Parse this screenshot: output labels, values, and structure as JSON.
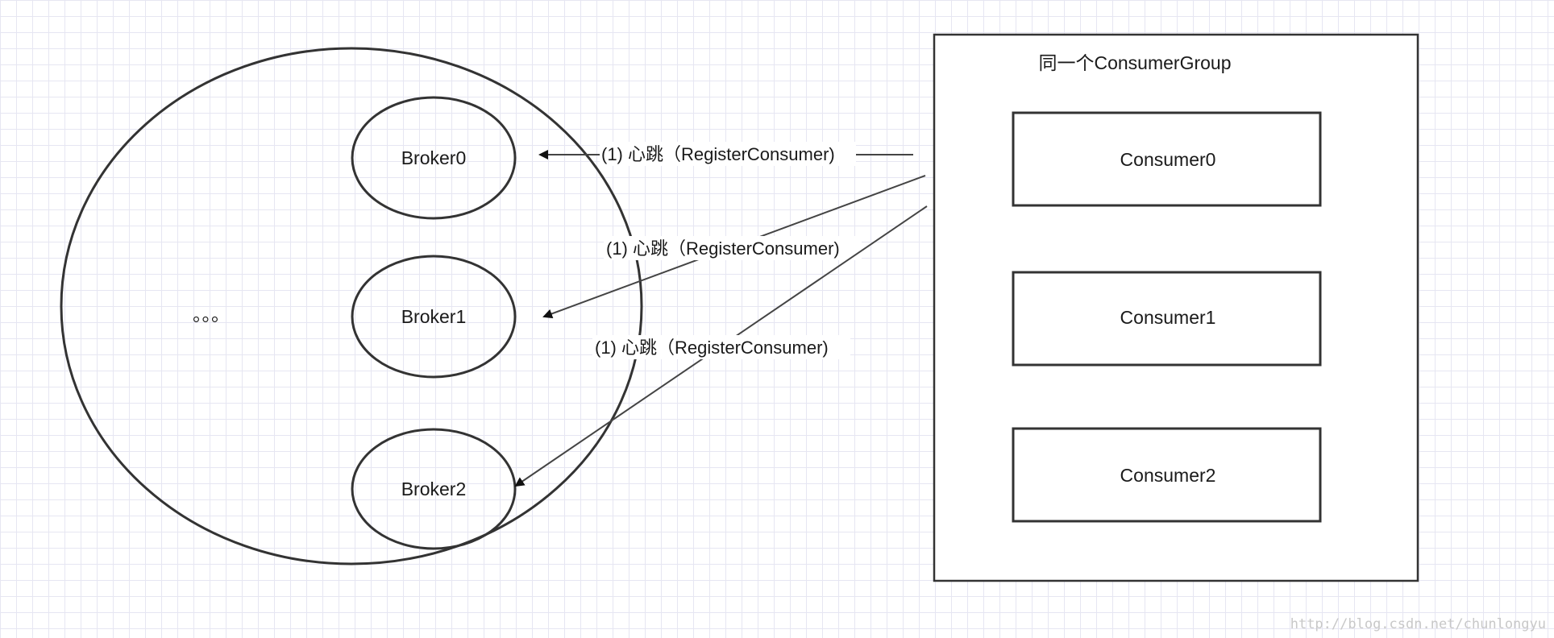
{
  "diagram": {
    "cluster": {
      "ellipsis": "。。。"
    },
    "brokers": [
      {
        "label": "Broker0"
      },
      {
        "label": "Broker1"
      },
      {
        "label": "Broker2"
      }
    ],
    "consumer_group": {
      "title": "同一个ConsumerGroup",
      "title_color": "#d0021b",
      "consumers": [
        {
          "label": "Consumer0"
        },
        {
          "label": "Consumer1"
        },
        {
          "label": "Consumer2"
        }
      ]
    },
    "edges": [
      {
        "label": "(1) 心跳（RegisterConsumer)"
      },
      {
        "label": "(1) 心跳（RegisterConsumer)"
      },
      {
        "label": "(1) 心跳（RegisterConsumer)"
      }
    ],
    "watermark": "http://blog.csdn.net/chunlongyu"
  }
}
